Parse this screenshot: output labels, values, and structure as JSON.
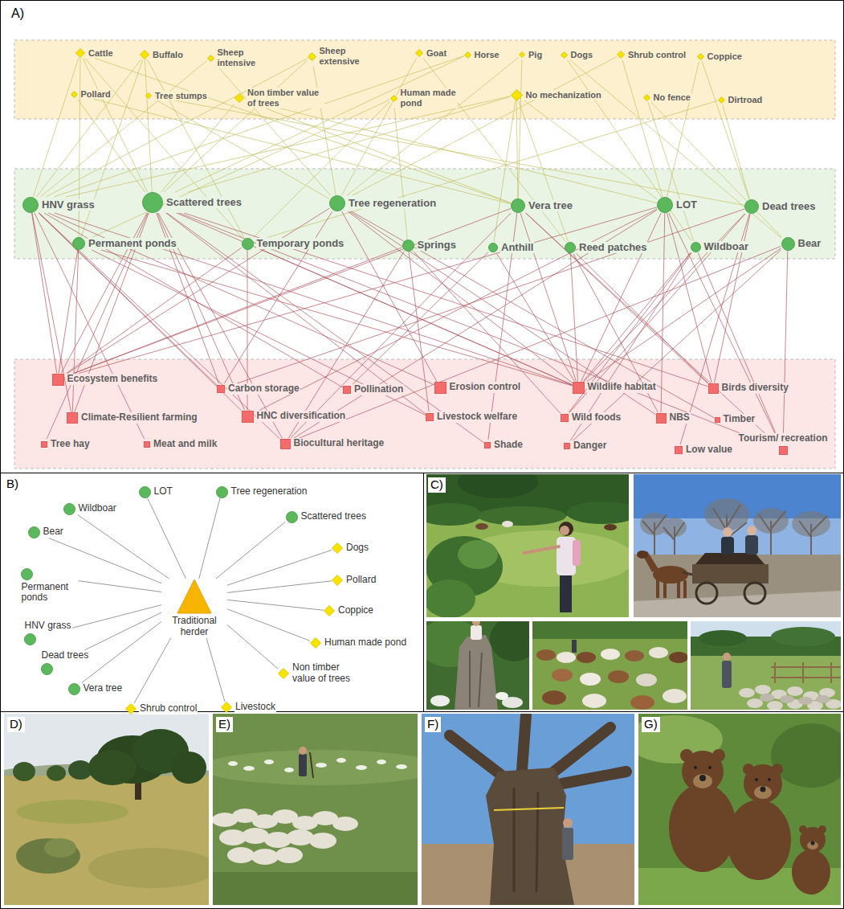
{
  "diagram": {
    "nodes": [
      {
        "text": [
          "Cattle"
        ]
      },
      {
        "text": [
          "Buffalo"
        ]
      },
      {
        "text": [
          "Sheep intensive"
        ]
      },
      {
        "text": [
          "Sheep extensive"
        ]
      },
      {
        "text": [
          "Goat"
        ]
      },
      {
        "text": [
          "Horse"
        ]
      },
      {
        "text": [
          "Pig"
        ]
      },
      {
        "text": [
          "Dogs"
        ]
      },
      {
        "text": [
          "Shrub control"
        ]
      },
      {
        "text": [
          "Coppice"
        ]
      },
      {
        "text": [
          "Pollard"
        ]
      },
      {
        "text": [
          "Tree stumps"
        ]
      },
      {
        "text": [
          "Non timber value of trees"
        ]
      },
      {
        "text": [
          "Human made pond"
        ]
      },
      {
        "text": [
          "No mechanization"
        ]
      },
      {
        "text": [
          "No fence"
        ]
      },
      {
        "text": [
          "Dirtroad"
        ]
      },
      {
        "text": [
          "HNV grass"
        ]
      },
      {
        "text": [
          "Scattered trees"
        ]
      },
      {
        "text": [
          "Tree regeneration"
        ]
      },
      {
        "text": [
          "Vera tree"
        ]
      },
      {
        "text": [
          "LOT"
        ]
      },
      {
        "text": [
          "Dead trees"
        ]
      },
      {
        "text": [
          "Permanent ponds"
        ]
      },
      {
        "text": [
          "Temporary ponds"
        ]
      },
      {
        "text": [
          "Springs"
        ]
      },
      {
        "text": [
          "Anthill"
        ]
      },
      {
        "text": [
          "Reed patches"
        ]
      },
      {
        "text": [
          "Wildboar"
        ]
      },
      {
        "text": [
          "Bear"
        ]
      },
      {
        "text": [
          "Ecosystem benefits"
        ]
      },
      {
        "text": [
          "Carbon storage"
        ]
      },
      {
        "text": [
          "Pollination"
        ]
      },
      {
        "text": [
          "Erosion control"
        ]
      },
      {
        "text": [
          "Wildlife habitat"
        ]
      },
      {
        "text": [
          "Birds diversity"
        ]
      },
      {
        "text": [
          "Climate-Resilient farming"
        ]
      },
      {
        "text": [
          "HNC diversification"
        ]
      },
      {
        "text": [
          "Livestock welfare"
        ]
      },
      {
        "text": [
          "Wild foods"
        ]
      },
      {
        "text": [
          "NBS"
        ]
      },
      {
        "text": [
          "Timber"
        ]
      },
      {
        "text": [
          "Tree hay"
        ]
      },
      {
        "text": [
          "Meat and milk"
        ]
      },
      {
        "text": [
          "Biocultural heritage"
        ]
      },
      {
        "text": [
          "Shade"
        ]
      },
      {
        "text": [
          "Danger"
        ]
      },
      {
        "text": [
          "Low value"
        ]
      },
      {
        "text": [
          "Tourism/ recreation"
        ]
      },
      {
        "text": [
          "Traditional herder"
        ]
      },
      {
        "text": [
          "LOT"
        ]
      },
      {
        "text": [
          "Tree regeneration"
        ]
      },
      {
        "text": [
          "Scattered trees"
        ]
      },
      {
        "text": [
          "Dogs"
        ]
      },
      {
        "text": [
          "Pollard"
        ]
      },
      {
        "text": [
          "Coppice"
        ]
      },
      {
        "text": [
          "Human made pond"
        ]
      },
      {
        "text": [
          "Non timber value of trees"
        ]
      },
      {
        "text": [
          "Livestock"
        ]
      },
      {
        "text": [
          "Shrub control"
        ]
      },
      {
        "text": [
          "Vera tree"
        ]
      },
      {
        "text": [
          "Dead trees"
        ]
      },
      {
        "text": [
          "HNV grass"
        ]
      },
      {
        "text": [
          "Permanent ponds"
        ]
      },
      {
        "text": [
          "Bear"
        ]
      },
      {
        "text": [
          "Wildboar"
        ]
      }
    ],
    "edges": [
      {
        "from": 0,
        "to": 17,
        "arrow": "none"
      },
      {
        "from": 0,
        "to": 18,
        "arrow": "none"
      },
      {
        "from": 0,
        "to": 20,
        "arrow": "none"
      },
      {
        "from": 0,
        "to": 23,
        "arrow": "none"
      },
      {
        "from": 0,
        "to": 24,
        "arrow": "none"
      },
      {
        "from": 1,
        "to": 17,
        "arrow": "none"
      },
      {
        "from": 1,
        "to": 18,
        "arrow": "none"
      },
      {
        "from": 1,
        "to": 23,
        "arrow": "none"
      },
      {
        "from": 1,
        "to": 24,
        "arrow": "none"
      },
      {
        "from": 2,
        "to": 17,
        "arrow": "none"
      },
      {
        "from": 2,
        "to": 19,
        "arrow": "none"
      },
      {
        "from": 3,
        "to": 17,
        "arrow": "none"
      },
      {
        "from": 3,
        "to": 18,
        "arrow": "none"
      },
      {
        "from": 3,
        "to": 19,
        "arrow": "none"
      },
      {
        "from": 4,
        "to": 19,
        "arrow": "none"
      },
      {
        "from": 4,
        "to": 27,
        "arrow": "none"
      },
      {
        "from": 5,
        "to": 17,
        "arrow": "none"
      },
      {
        "from": 5,
        "to": 18,
        "arrow": "none"
      },
      {
        "from": 6,
        "to": 19,
        "arrow": "none"
      },
      {
        "from": 6,
        "to": 20,
        "arrow": "none"
      },
      {
        "from": 7,
        "to": 28,
        "arrow": "none"
      },
      {
        "from": 7,
        "to": 29,
        "arrow": "none"
      },
      {
        "from": 8,
        "to": 19,
        "arrow": "none"
      },
      {
        "from": 8,
        "to": 21,
        "arrow": "none"
      },
      {
        "from": 9,
        "to": 21,
        "arrow": "none"
      },
      {
        "from": 9,
        "to": 22,
        "arrow": "none"
      },
      {
        "from": 10,
        "to": 18,
        "arrow": "none"
      },
      {
        "from": 10,
        "to": 20,
        "arrow": "none"
      },
      {
        "from": 11,
        "to": 19,
        "arrow": "none"
      },
      {
        "from": 11,
        "to": 22,
        "arrow": "none"
      },
      {
        "from": 12,
        "to": 18,
        "arrow": "none"
      },
      {
        "from": 12,
        "to": 20,
        "arrow": "none"
      },
      {
        "from": 12,
        "to": 21,
        "arrow": "none"
      },
      {
        "from": 13,
        "to": 23,
        "arrow": "none"
      },
      {
        "from": 13,
        "to": 24,
        "arrow": "none"
      },
      {
        "from": 13,
        "to": 25,
        "arrow": "none"
      },
      {
        "from": 14,
        "to": 17,
        "arrow": "none"
      },
      {
        "from": 14,
        "to": 18,
        "arrow": "none"
      },
      {
        "from": 14,
        "to": 20,
        "arrow": "none"
      },
      {
        "from": 14,
        "to": 21,
        "arrow": "none"
      },
      {
        "from": 14,
        "to": 26,
        "arrow": "none"
      },
      {
        "from": 14,
        "to": 27,
        "arrow": "none"
      },
      {
        "from": 15,
        "to": 28,
        "arrow": "none"
      },
      {
        "from": 15,
        "to": 29,
        "arrow": "none"
      },
      {
        "from": 16,
        "to": 22,
        "arrow": "none"
      },
      {
        "from": 16,
        "to": 24,
        "arrow": "none"
      },
      {
        "from": 17,
        "to": 30,
        "arrow": "none"
      },
      {
        "from": 17,
        "to": 31,
        "arrow": "none"
      },
      {
        "from": 17,
        "to": 32,
        "arrow": "none"
      },
      {
        "from": 17,
        "to": 33,
        "arrow": "none"
      },
      {
        "from": 17,
        "to": 34,
        "arrow": "none"
      },
      {
        "from": 17,
        "to": 36,
        "arrow": "none"
      },
      {
        "from": 17,
        "to": 37,
        "arrow": "none"
      },
      {
        "from": 17,
        "to": 43,
        "arrow": "none"
      },
      {
        "from": 17,
        "to": 44,
        "arrow": "none"
      },
      {
        "from": 18,
        "to": 30,
        "arrow": "none"
      },
      {
        "from": 18,
        "to": 31,
        "arrow": "none"
      },
      {
        "from": 18,
        "to": 34,
        "arrow": "none"
      },
      {
        "from": 18,
        "to": 35,
        "arrow": "none"
      },
      {
        "from": 18,
        "to": 36,
        "arrow": "none"
      },
      {
        "from": 18,
        "to": 37,
        "arrow": "none"
      },
      {
        "from": 18,
        "to": 38,
        "arrow": "none"
      },
      {
        "from": 18,
        "to": 42,
        "arrow": "none"
      },
      {
        "from": 18,
        "to": 44,
        "arrow": "none"
      },
      {
        "from": 18,
        "to": 45,
        "arrow": "none"
      },
      {
        "from": 18,
        "to": 48,
        "arrow": "none"
      },
      {
        "from": 19,
        "to": 30,
        "arrow": "none"
      },
      {
        "from": 19,
        "to": 31,
        "arrow": "none"
      },
      {
        "from": 19,
        "to": 33,
        "arrow": "none"
      },
      {
        "from": 19,
        "to": 34,
        "arrow": "none"
      },
      {
        "from": 19,
        "to": 40,
        "arrow": "none"
      },
      {
        "from": 19,
        "to": 41,
        "arrow": "none"
      },
      {
        "from": 20,
        "to": 30,
        "arrow": "none"
      },
      {
        "from": 20,
        "to": 34,
        "arrow": "none"
      },
      {
        "from": 20,
        "to": 35,
        "arrow": "none"
      },
      {
        "from": 20,
        "to": 44,
        "arrow": "none"
      },
      {
        "from": 20,
        "to": 45,
        "arrow": "none"
      },
      {
        "from": 20,
        "to": 48,
        "arrow": "none"
      },
      {
        "from": 21,
        "to": 30,
        "arrow": "none"
      },
      {
        "from": 21,
        "to": 34,
        "arrow": "none"
      },
      {
        "from": 21,
        "to": 35,
        "arrow": "none"
      },
      {
        "from": 21,
        "to": 37,
        "arrow": "none"
      },
      {
        "from": 21,
        "to": 40,
        "arrow": "none"
      },
      {
        "from": 21,
        "to": 44,
        "arrow": "none"
      },
      {
        "from": 21,
        "to": 48,
        "arrow": "none"
      },
      {
        "from": 22,
        "to": 31,
        "arrow": "none"
      },
      {
        "from": 22,
        "to": 34,
        "arrow": "none"
      },
      {
        "from": 22,
        "to": 35,
        "arrow": "none"
      },
      {
        "from": 22,
        "to": 39,
        "arrow": "none"
      },
      {
        "from": 22,
        "to": 47,
        "arrow": "none"
      },
      {
        "from": 23,
        "to": 30,
        "arrow": "none"
      },
      {
        "from": 23,
        "to": 34,
        "arrow": "none"
      },
      {
        "from": 23,
        "to": 36,
        "arrow": "none"
      },
      {
        "from": 23,
        "to": 38,
        "arrow": "none"
      },
      {
        "from": 24,
        "to": 30,
        "arrow": "none"
      },
      {
        "from": 24,
        "to": 34,
        "arrow": "none"
      },
      {
        "from": 24,
        "to": 37,
        "arrow": "none"
      },
      {
        "from": 25,
        "to": 30,
        "arrow": "none"
      },
      {
        "from": 25,
        "to": 38,
        "arrow": "none"
      },
      {
        "from": 25,
        "to": 39,
        "arrow": "none"
      },
      {
        "from": 25,
        "to": 44,
        "arrow": "none"
      },
      {
        "from": 26,
        "to": 32,
        "arrow": "none"
      },
      {
        "from": 26,
        "to": 34,
        "arrow": "none"
      },
      {
        "from": 27,
        "to": 34,
        "arrow": "none"
      },
      {
        "from": 27,
        "to": 35,
        "arrow": "none"
      },
      {
        "from": 27,
        "to": 40,
        "arrow": "none"
      },
      {
        "from": 28,
        "to": 34,
        "arrow": "none"
      },
      {
        "from": 28,
        "to": 39,
        "arrow": "none"
      },
      {
        "from": 28,
        "to": 46,
        "arrow": "none"
      },
      {
        "from": 28,
        "to": 48,
        "arrow": "none"
      },
      {
        "from": 29,
        "to": 34,
        "arrow": "none"
      },
      {
        "from": 29,
        "to": 44,
        "arrow": "none"
      },
      {
        "from": 29,
        "to": 46,
        "arrow": "none"
      },
      {
        "from": 29,
        "to": 48,
        "arrow": "none"
      },
      {
        "from": 49,
        "to": 50,
        "arrow": "none"
      },
      {
        "from": 49,
        "to": 51,
        "arrow": "none"
      },
      {
        "from": 49,
        "to": 52,
        "arrow": "none"
      },
      {
        "from": 49,
        "to": 53,
        "arrow": "none"
      },
      {
        "from": 49,
        "to": 54,
        "arrow": "none"
      },
      {
        "from": 49,
        "to": 55,
        "arrow": "none"
      },
      {
        "from": 49,
        "to": 56,
        "arrow": "none"
      },
      {
        "from": 49,
        "to": 57,
        "arrow": "none"
      },
      {
        "from": 49,
        "to": 58,
        "arrow": "none"
      },
      {
        "from": 49,
        "to": 59,
        "arrow": "none"
      },
      {
        "from": 49,
        "to": 60,
        "arrow": "none"
      },
      {
        "from": 49,
        "to": 61,
        "arrow": "none"
      },
      {
        "from": 49,
        "to": 62,
        "arrow": "none"
      },
      {
        "from": 49,
        "to": 63,
        "arrow": "none"
      },
      {
        "from": 49,
        "to": 64,
        "arrow": "none"
      },
      {
        "from": 49,
        "to": 65,
        "arrow": "none"
      }
    ],
    "labels": [
      "A)",
      "B)",
      "C)",
      "D)",
      "E)",
      "F)",
      "G)"
    ]
  }
}
